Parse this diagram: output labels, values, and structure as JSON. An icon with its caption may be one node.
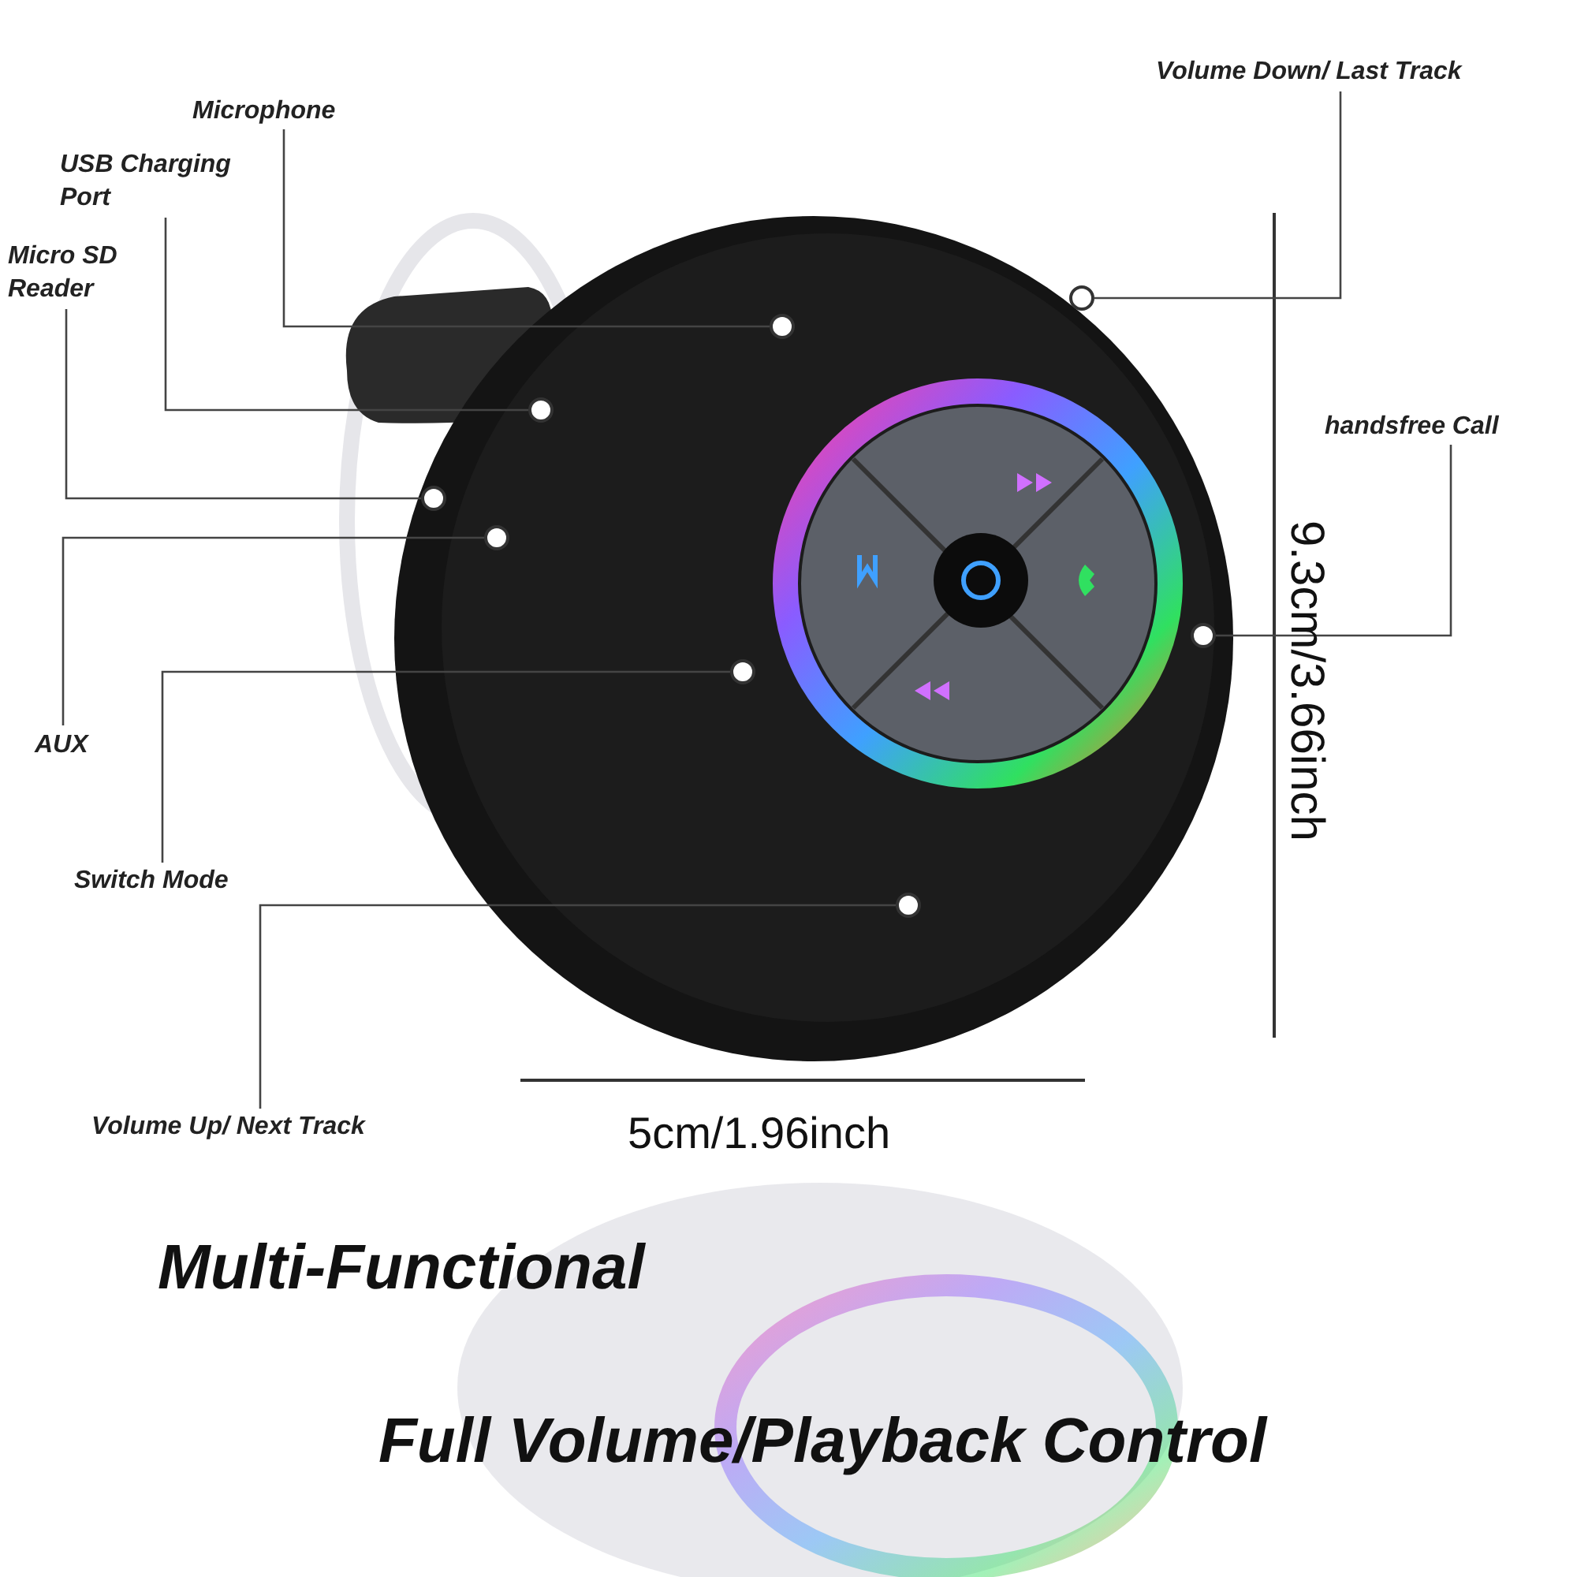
{
  "diagram": {
    "nodes": [
      {
        "text": [
          "Microphone"
        ]
      },
      {
        "text": [
          "Volume Down/ Last Track"
        ]
      },
      {
        "text": [
          "USB Charging Port"
        ]
      },
      {
        "text": [
          "Micro SD Reader"
        ]
      },
      {
        "text": [
          "handsfree Call"
        ]
      },
      {
        "text": [
          "AUX"
        ]
      },
      {
        "text": [
          "Switch Mode"
        ]
      },
      {
        "text": [
          "Volume Up/ Next Track"
        ]
      },
      {
        "text": [],
        "shape": "circle"
      },
      {
        "text": [],
        "shape": "circle"
      },
      {
        "text": [],
        "shape": "circle"
      },
      {
        "text": [],
        "shape": "circle"
      },
      {
        "text": [],
        "shape": "circle"
      },
      {
        "text": [],
        "shape": "circle"
      },
      {
        "text": [],
        "shape": "circle"
      },
      {
        "text": [],
        "shape": "circle"
      }
    ],
    "edges": [
      {
        "from": 0,
        "to": 9,
        "arrow": "none"
      },
      {
        "from": 1,
        "to": 8,
        "arrow": "none"
      },
      {
        "from": 2,
        "to": 10,
        "arrow": "none"
      },
      {
        "from": 3,
        "to": 11,
        "arrow": "none"
      },
      {
        "from": 4,
        "to": 13,
        "arrow": "none"
      },
      {
        "from": 5,
        "to": 12,
        "arrow": "none"
      },
      {
        "from": 6,
        "to": 14,
        "arrow": "none"
      },
      {
        "from": 7,
        "to": 15,
        "arrow": "none"
      }
    ],
    "labels": [
      "9.3cm/3.66inch",
      "5cm/1.96inch",
      "Multi-Functional",
      "Full Volume/Playback Control"
    ]
  }
}
